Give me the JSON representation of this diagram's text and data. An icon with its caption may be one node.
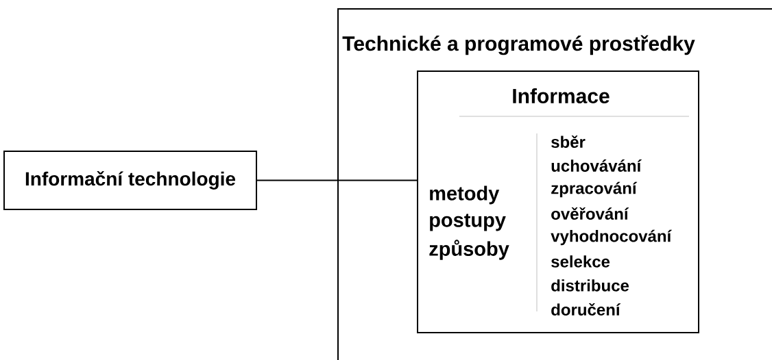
{
  "diagram": {
    "nodes": [
      {
        "text": [
          "Informační technologie"
        ]
      },
      {
        "text": [
          "Technické a programové prostředky"
        ]
      },
      {
        "text": [
          "Informace",
          "metody",
          "postupy",
          "způsoby",
          "sběr",
          "uchovávání",
          "zpracování",
          "ověřování",
          "vyhodnocování",
          "selekce",
          "distribuce",
          "doručení"
        ],
        "in": 1
      }
    ],
    "edges": [
      {
        "from": 0,
        "to": 2,
        "arrow": "none"
      }
    ]
  }
}
